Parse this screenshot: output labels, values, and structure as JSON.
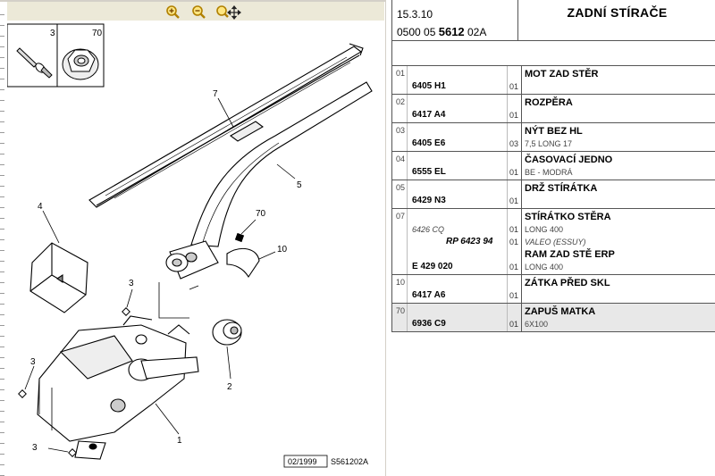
{
  "header": {
    "date": "15.3.10",
    "ref_prefix": "0500 05",
    "ref_bold": "5612",
    "ref_suffix": "02A",
    "title": "ZADNÍ STÍRAČE"
  },
  "toolbar": {
    "zoom_in_icon": "magnifier-plus-icon",
    "zoom_out_icon": "magnifier-minus-icon",
    "pan_icon": "magnifier-move-icon"
  },
  "diagram": {
    "callouts": [
      "7",
      "5",
      "4",
      "70",
      "10",
      "3",
      "2",
      "1",
      "3",
      "3",
      "3",
      "70"
    ],
    "date_code": "02/1999",
    "drawing_ref": "S561202A"
  },
  "parts": [
    {
      "idx": "01",
      "lines": [
        {
          "desc": "MOT ZAD STĚR"
        },
        {
          "pn": "6405 H1",
          "qty": "01"
        }
      ]
    },
    {
      "idx": "02",
      "lines": [
        {
          "desc": "ROZPĚRA"
        },
        {
          "pn": "6417 A4",
          "qty": "01"
        }
      ]
    },
    {
      "idx": "03",
      "lines": [
        {
          "desc": "NÝT BEZ HL"
        },
        {
          "pn": "6405 E6",
          "qty": "03",
          "detail": "7,5 LONG 17"
        }
      ]
    },
    {
      "idx": "04",
      "lines": [
        {
          "desc": "ČASOVACÍ JEDNO"
        },
        {
          "pn": "6555 EL",
          "qty": "01",
          "detail": "BE - MODRÁ"
        }
      ]
    },
    {
      "idx": "05",
      "lines": [
        {
          "desc": "DRŽ STÍRÁTKA"
        },
        {
          "pn": "6429 N3",
          "qty": "01"
        }
      ]
    },
    {
      "idx": "07",
      "lines": [
        {
          "desc": "STÍRÁTKO STĚRA"
        },
        {
          "pn_alt": "6426 CQ",
          "qty": "01",
          "detail": "LONG 400"
        },
        {
          "pn_rp": "RP 6423 94",
          "qty": "01",
          "detail_it": "VALEO (ESSUY)"
        },
        {
          "desc": "RAM ZAD STĚ ERP"
        },
        {
          "pn": "E 429 020",
          "qty": "01",
          "detail": "LONG 400"
        }
      ]
    },
    {
      "idx": "10",
      "lines": [
        {
          "desc": "ZÁTKA PŘED SKL"
        },
        {
          "pn": "6417 A6",
          "qty": "01"
        }
      ]
    },
    {
      "idx": "70",
      "lines": [
        {
          "desc": "ZAPUŠ MATKA"
        },
        {
          "pn": "6936 C9",
          "qty": "01",
          "detail": "6X100"
        }
      ],
      "highlight": true
    }
  ]
}
